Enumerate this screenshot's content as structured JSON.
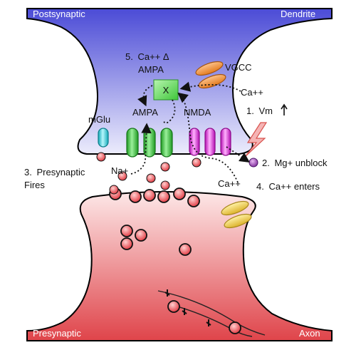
{
  "corners": {
    "top_left": "Postsynaptic",
    "top_right": "Dendrite",
    "bottom_left": "Presynaptic",
    "bottom_right": "Axon"
  },
  "receptors": {
    "mglu": "mGlu",
    "ampa": "AMPA",
    "nmda": "NMDA",
    "vgcc": "VGCC"
  },
  "internal": {
    "blocked_ampa": "X"
  },
  "ions": {
    "na": "Na+",
    "ca_vgcc": "Ca++",
    "ca_nmda": "Ca++"
  },
  "steps": [
    {
      "num": "1.",
      "text": "Vm"
    },
    {
      "num": "2.",
      "text": "Mg+ unblock"
    },
    {
      "num": "3.",
      "text": "Presynaptic",
      "text2": "Fires"
    },
    {
      "num": "4.",
      "text": "Ca++ enters"
    },
    {
      "num": "5.",
      "text": "Ca++ Δ",
      "text2": "AMPA"
    }
  ],
  "colors": {
    "post_top": "#4b4bd6",
    "post_bottom": "#e6e6fb",
    "pre_top": "#fbe2e2",
    "pre_bottom": "#e0454a",
    "vesicle": "#e23c44",
    "ampa": "#37c23a",
    "nmda": "#e21ee0",
    "mglu": "#27d6e6",
    "vgcc": "#f08a2a",
    "presyn_channel": "#e8c23a",
    "mg_ion": "#8a3aa8",
    "lightning": "#f2a0a0"
  }
}
